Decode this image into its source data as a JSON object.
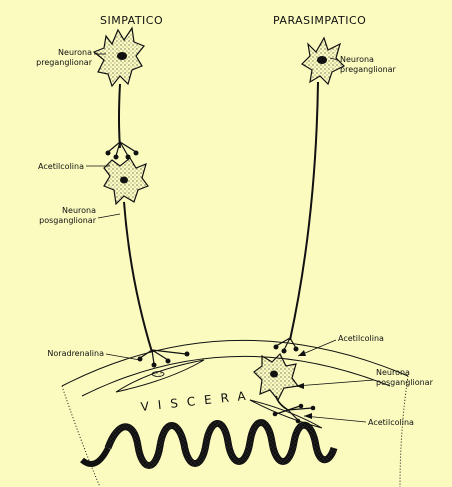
{
  "titles": {
    "sympathetic": "SIMPATICO",
    "parasympathetic": "PARASIMPATICO"
  },
  "labels": {
    "sym_pre": "Neurona\npreganglionar",
    "sym_ach": "Acetilcolina",
    "sym_post": "Neurona\nposganglionar",
    "sym_nor": "Noradrenalina",
    "para_pre": "Neurona\npreganglionar",
    "para_ach1": "Acetilcolina",
    "para_post": "Neurona\nposganglionar",
    "para_ach2": "Acetilcolina",
    "viscera": "VISCERA"
  },
  "colors": {
    "background": "#fbfbc0",
    "ink": "#111111",
    "stipple": "#555555"
  }
}
